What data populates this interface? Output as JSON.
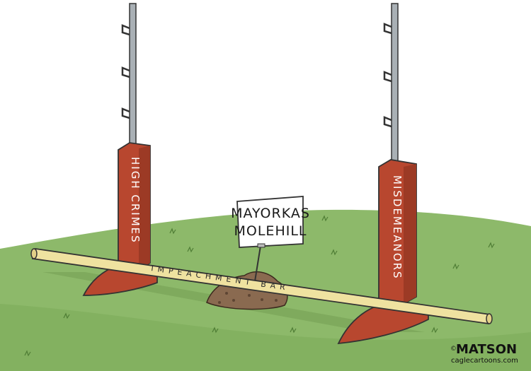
{
  "cartoon": {
    "sign_line1": "MAYORKAS",
    "sign_line2": "MOLEHILL",
    "left_post_label": "HIGH CRIMES",
    "right_post_label": "MISDEMEANORS",
    "bar_label": "IMPEACHMENT BAR",
    "signature": "MATSON",
    "signature_copyright": "©",
    "credit": "caglecartoons.com"
  },
  "colors": {
    "grass": "#8db96a",
    "post_orange": "#b8472f",
    "bar_yellow": "#efe2a0",
    "dirt": "#8a6a50",
    "pole_gray": "#a9b0b5"
  }
}
